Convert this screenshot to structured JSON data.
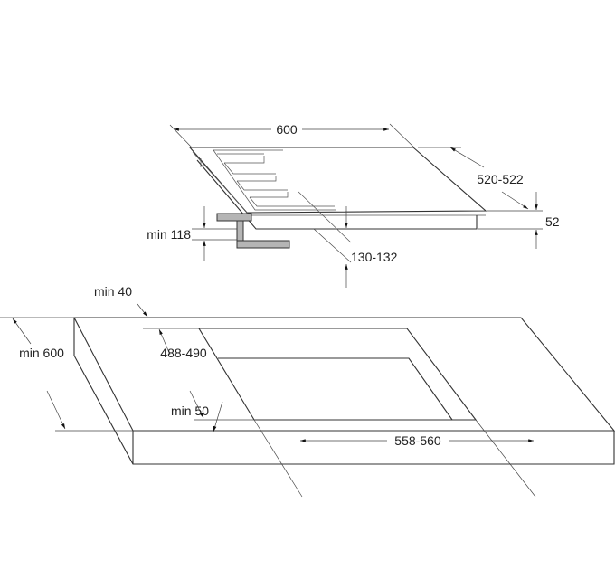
{
  "diagram": {
    "hob_labels": {
      "width": "600",
      "depth": "520-522",
      "height": "52",
      "min_clearance": "min 118",
      "clearance": "130-132"
    },
    "worktop_labels": {
      "min_back": "min 40",
      "min_depth": "min 600",
      "cutout_depth": "488-490",
      "min_front": "min 50",
      "cutout_width": "558-560"
    },
    "colors": {
      "line": "#333333",
      "bracket": "#b5b5b5"
    }
  }
}
